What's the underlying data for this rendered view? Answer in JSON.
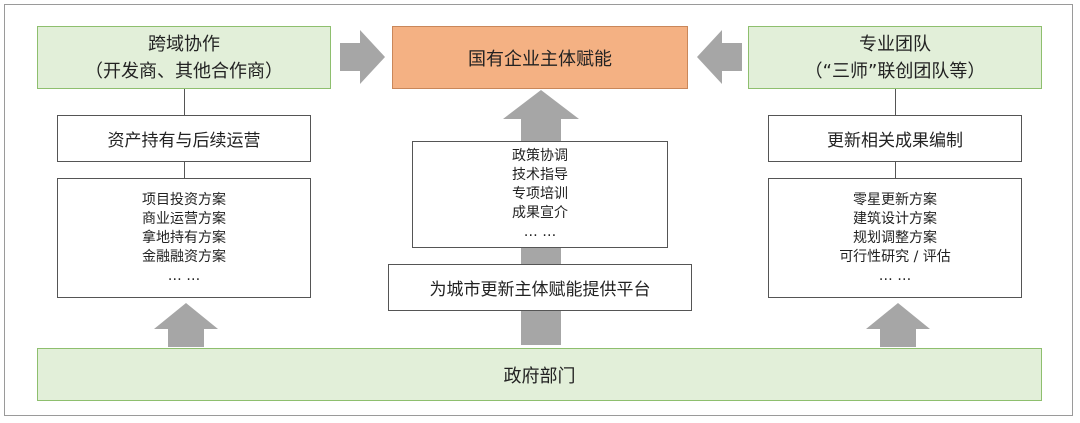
{
  "left": {
    "header_line1": "跨域协作",
    "header_line2": "（开发商、其他合作商）",
    "label": "资产持有与后续运营",
    "items": [
      "项目投资方案",
      "商业运营方案",
      "拿地持有方案",
      "金融融资方案",
      "… …"
    ]
  },
  "center": {
    "header": "国有企业主体赋能",
    "items": [
      "政策协调",
      "技术指导",
      "专项培训",
      "成果宣介",
      "… …"
    ],
    "platform": "为城市更新主体赋能提供平台"
  },
  "right": {
    "header_line1": "专业团队",
    "header_line2": "（“三师”联创团队等）",
    "label": "更新相关成果编制",
    "items": [
      "零星更新方案",
      "建筑设计方案",
      "规划调整方案",
      "可行性研究 / 评估",
      "… …"
    ]
  },
  "bottom": {
    "label": "政府部门"
  },
  "colors": {
    "green_fill": "#e2efd9",
    "orange_fill": "#f4b183",
    "arrow_gray": "#a6a6a6"
  }
}
